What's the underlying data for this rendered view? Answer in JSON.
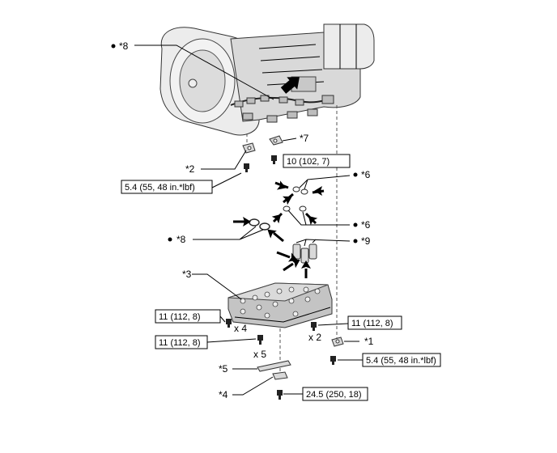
{
  "callouts": {
    "c1": "*1",
    "c2": "*2",
    "c3": "*3",
    "c4": "*4",
    "c5": "*5",
    "c6a": "*6",
    "c6b": "*6",
    "c7": "*7",
    "c8a": "*8",
    "c8b": "*8",
    "c9": "*9"
  },
  "torques": {
    "t_star7": "10 (102, 7)",
    "t_star2": "5.4 (55, 48 in.*lbf)",
    "t_left_a": "11 (112, 8)",
    "t_left_b": "11 (112, 8)",
    "t_right": "11 (112, 8)",
    "t_star1": "5.4 (55, 48 in.*lbf)",
    "t_star4": "24.5 (250, 18)"
  },
  "quantities": {
    "q4": "x 4",
    "q5": "x 5",
    "q2": "x 2"
  },
  "icons": {
    "arrow": "arrow-icon",
    "bolt": "bolt-icon",
    "dot": "bullet-dot-icon"
  }
}
